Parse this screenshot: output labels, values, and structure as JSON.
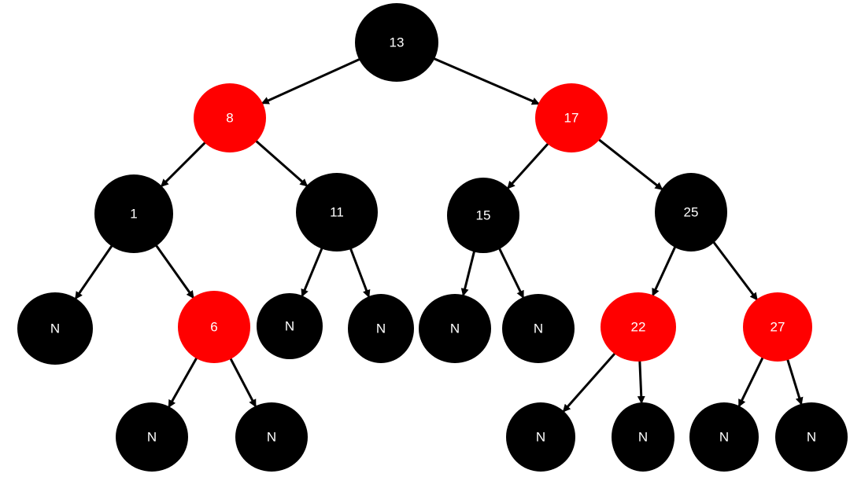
{
  "colors": {
    "black": "#000000",
    "red": "#ff0000",
    "edge": "#000000",
    "text": "#ffffff"
  },
  "nodes": [
    {
      "id": "n13",
      "label": "13",
      "color": "black"
    },
    {
      "id": "n8",
      "label": "8",
      "color": "red"
    },
    {
      "id": "n17",
      "label": "17",
      "color": "red"
    },
    {
      "id": "n1",
      "label": "1",
      "color": "black"
    },
    {
      "id": "n11",
      "label": "11",
      "color": "black"
    },
    {
      "id": "n15",
      "label": "15",
      "color": "black"
    },
    {
      "id": "n25",
      "label": "25",
      "color": "black"
    },
    {
      "id": "nl1",
      "label": "N",
      "color": "black"
    },
    {
      "id": "n6",
      "label": "6",
      "color": "red"
    },
    {
      "id": "nl2",
      "label": "N",
      "color": "black"
    },
    {
      "id": "nl3",
      "label": "N",
      "color": "black"
    },
    {
      "id": "nl4",
      "label": "N",
      "color": "black"
    },
    {
      "id": "nl5",
      "label": "N",
      "color": "black"
    },
    {
      "id": "n22",
      "label": "22",
      "color": "red"
    },
    {
      "id": "n27",
      "label": "27",
      "color": "red"
    },
    {
      "id": "nl6",
      "label": "N",
      "color": "black"
    },
    {
      "id": "nl7",
      "label": "N",
      "color": "black"
    },
    {
      "id": "nl8",
      "label": "N",
      "color": "black"
    },
    {
      "id": "nl9",
      "label": "N",
      "color": "black"
    },
    {
      "id": "nl10",
      "label": "N",
      "color": "black"
    },
    {
      "id": "nl11",
      "label": "N",
      "color": "black"
    }
  ],
  "edges": [
    [
      "n13",
      "n8"
    ],
    [
      "n13",
      "n17"
    ],
    [
      "n8",
      "n1"
    ],
    [
      "n8",
      "n11"
    ],
    [
      "n17",
      "n15"
    ],
    [
      "n17",
      "n25"
    ],
    [
      "n1",
      "nl1"
    ],
    [
      "n1",
      "n6"
    ],
    [
      "n11",
      "nl2"
    ],
    [
      "n11",
      "nl3"
    ],
    [
      "n15",
      "nl4"
    ],
    [
      "n15",
      "nl5"
    ],
    [
      "n25",
      "n22"
    ],
    [
      "n25",
      "n27"
    ],
    [
      "n6",
      "nl6"
    ],
    [
      "n6",
      "nl7"
    ],
    [
      "n22",
      "nl8"
    ],
    [
      "n22",
      "nl9"
    ],
    [
      "n27",
      "nl10"
    ],
    [
      "n27",
      "nl11"
    ]
  ]
}
